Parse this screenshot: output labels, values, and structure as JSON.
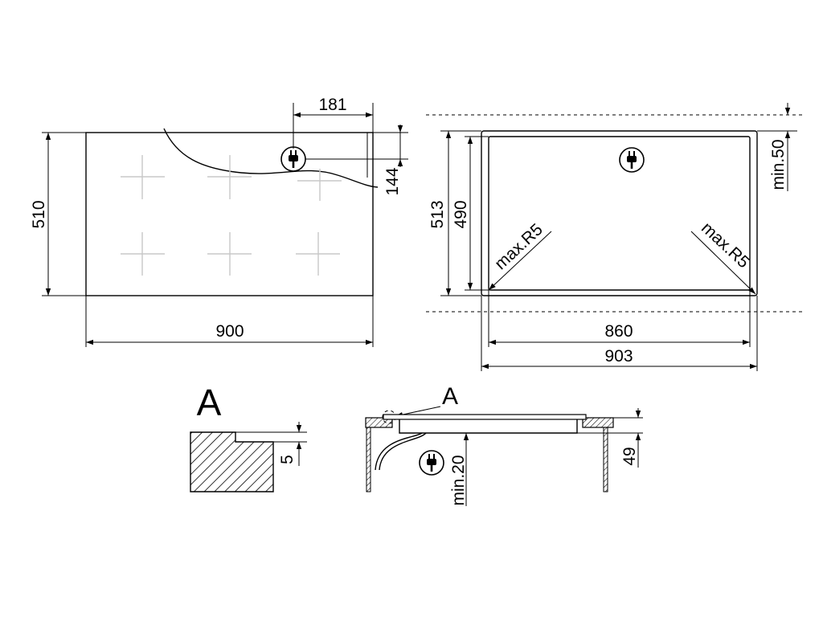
{
  "cooktop_top_view": {
    "width_label": "900",
    "height_label": "510",
    "plug_offset_x_label": "181",
    "plug_offset_y_label": "144"
  },
  "cutout_view": {
    "width_outer_label": "903",
    "width_inner_label": "860",
    "height_outer_label": "513",
    "height_inner_label": "490",
    "top_clearance_label": "min.50",
    "corner_radius_left_label": "max.R5",
    "corner_radius_right_label": "max.R5"
  },
  "detail_a": {
    "title": "A",
    "step_label": "5"
  },
  "section_view": {
    "detail_callout": "A",
    "depth_label": "49",
    "under_clearance_label": "min.20"
  },
  "icons": {
    "plug": "power-plug-icon"
  }
}
